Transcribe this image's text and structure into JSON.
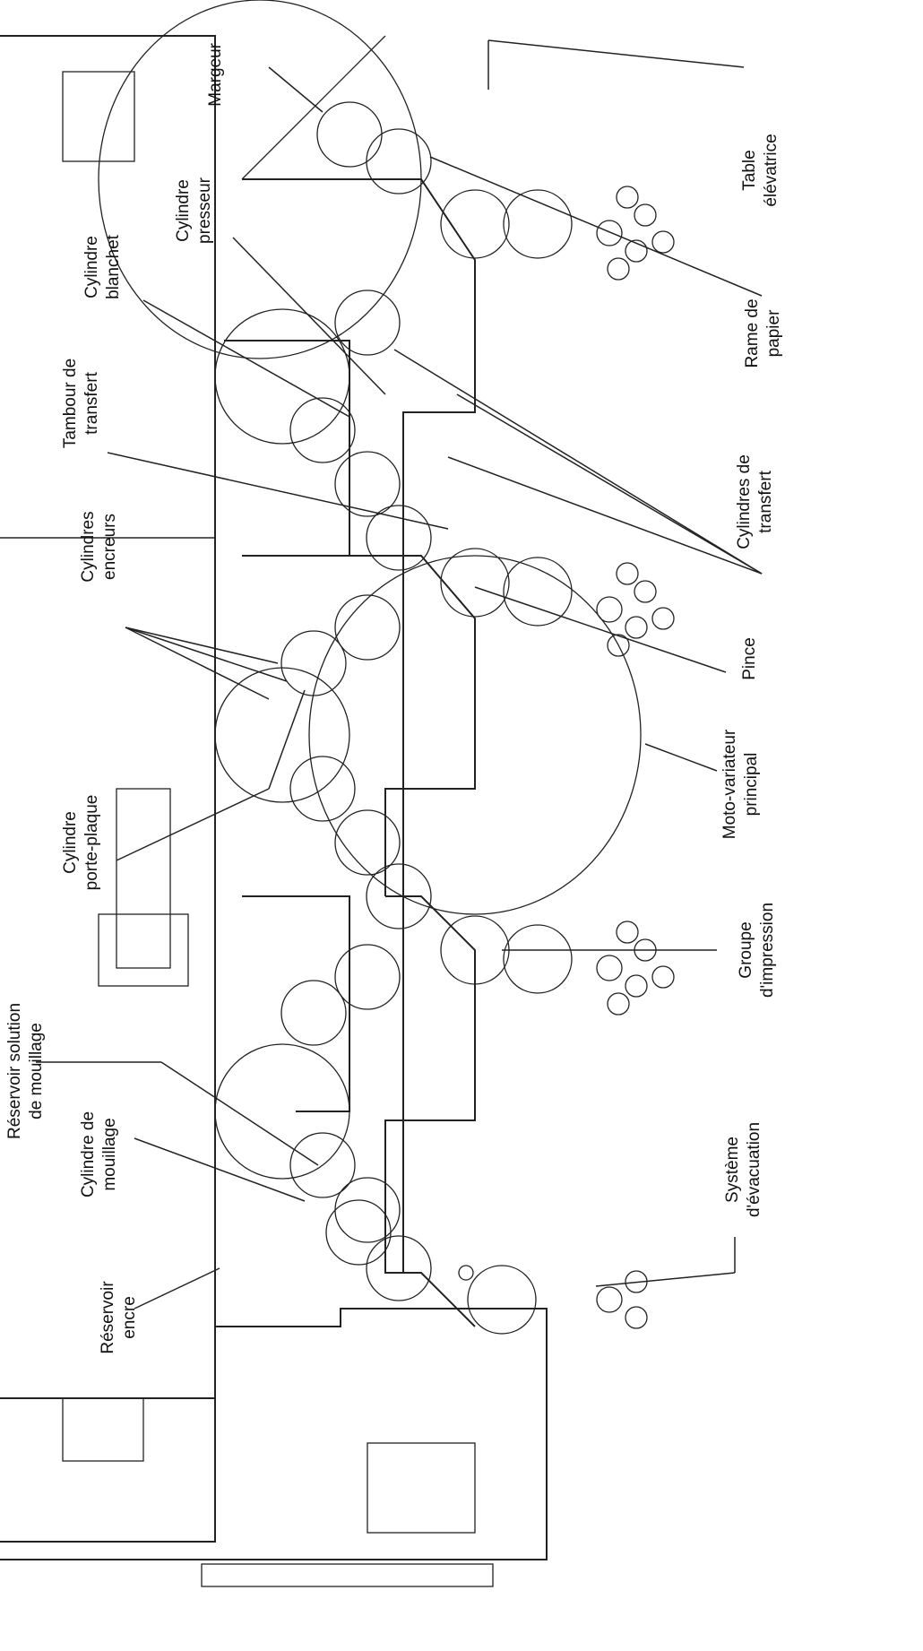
{
  "labels": {
    "margeur": "Margeur",
    "table_elevatrice": [
      "Table",
      "élévatrice"
    ],
    "cylindre_presseur": [
      "Cylindre",
      "presseur"
    ],
    "cylindre_blanchet": [
      "Cylindre",
      "blanchet"
    ],
    "rame_papier": [
      "Rame de",
      "papier"
    ],
    "tambour_transfert": [
      "Tambour de",
      "transfert"
    ],
    "cylindres_transfert": [
      "Cylindres de",
      "transfert"
    ],
    "cylindres_encreurs": [
      "Cylindres",
      "encreurs"
    ],
    "pince": "Pince",
    "moto_variateur": [
      "Moto-variateur",
      "principal"
    ],
    "cylindre_porte_plaque": [
      "Cylindre",
      "porte-plaque"
    ],
    "groupe_impression": [
      "Groupe",
      "d'impression"
    ],
    "reservoir_mouillage": [
      "Réservoir solution",
      "de mouillage"
    ],
    "cylindre_mouillage": [
      "Cylindre de",
      "mouillage"
    ],
    "systeme_evacuation": [
      "Système",
      "d'évacuation"
    ],
    "reservoir_encre": [
      "Réservoir",
      "encre"
    ]
  }
}
